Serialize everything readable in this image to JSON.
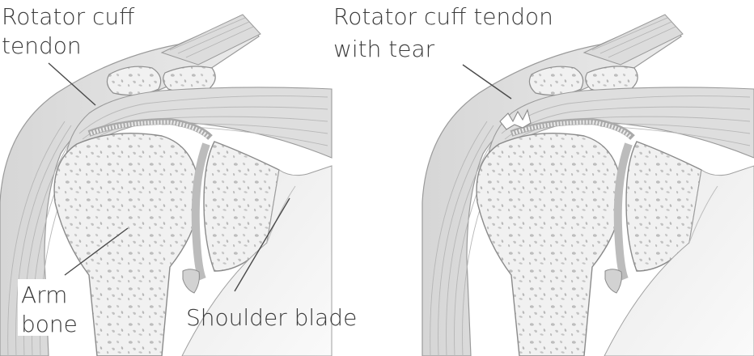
{
  "labels": {
    "rotator_left_line1": "Rotator cuff",
    "rotator_left_line2": "tendon",
    "arm_line1": "Arm",
    "arm_line2": "bone",
    "shoulder_blade": "Shoulder blade",
    "rotator_right_line1": "Rotator cuff tendon",
    "rotator_right_line2": "with tear"
  }
}
